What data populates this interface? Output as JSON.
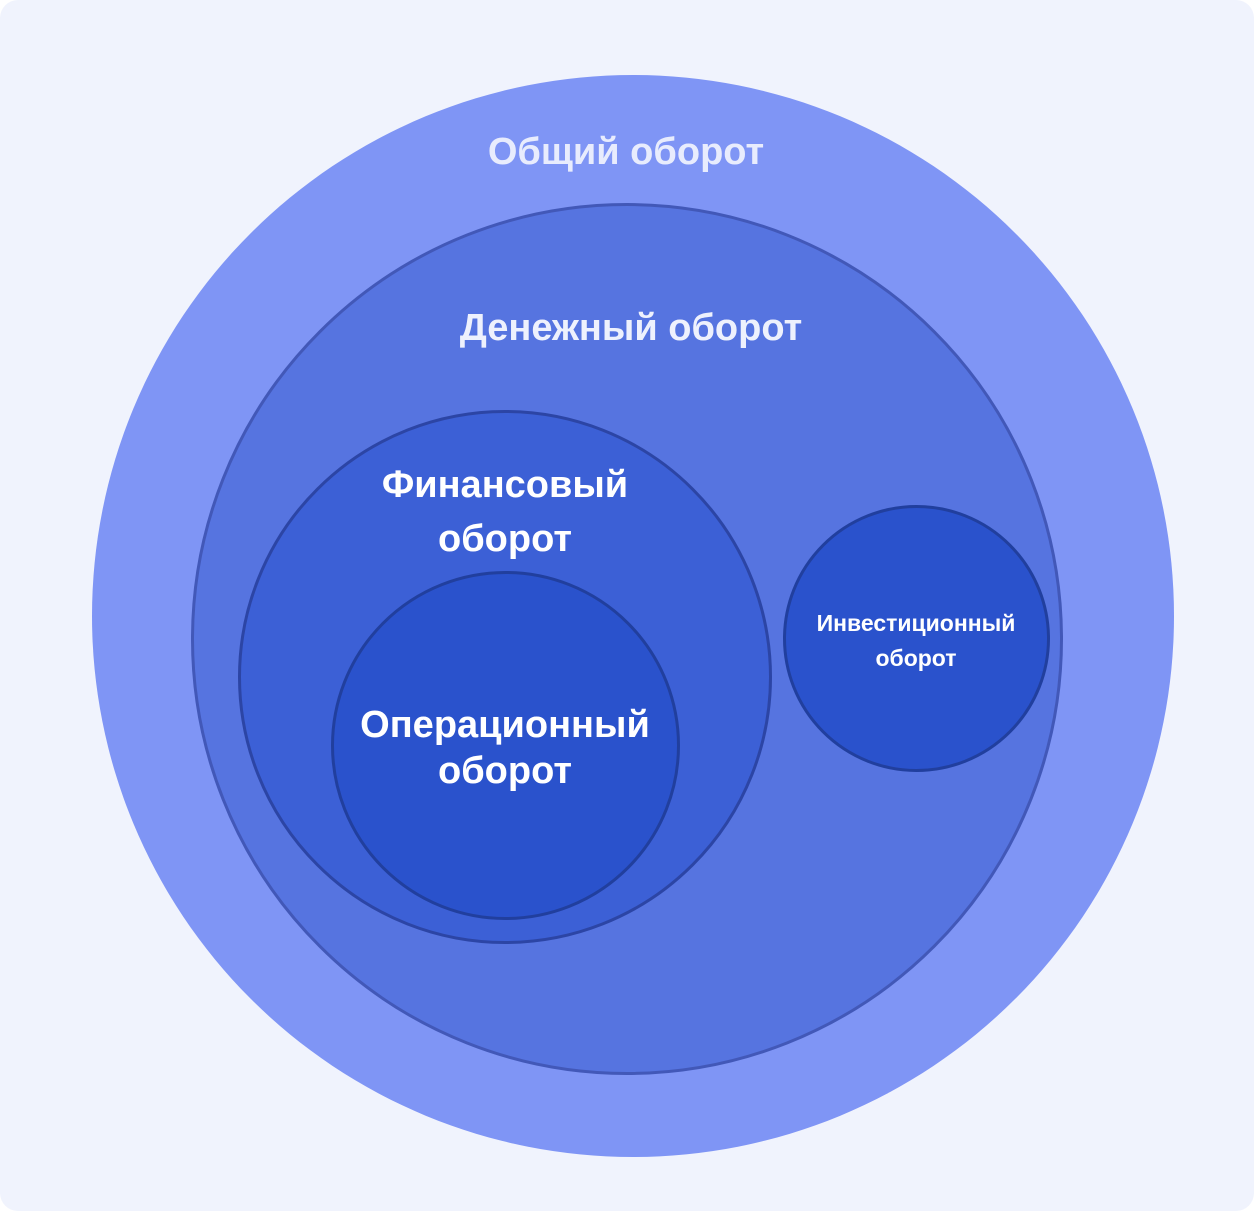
{
  "diagram": {
    "circles": [
      {
        "id": "total",
        "label": "Общий оборот",
        "color": "#7f95f5"
      },
      {
        "id": "money",
        "label": "Денежный оборот",
        "color": "#5674e0"
      },
      {
        "id": "financial",
        "label": "Финансовый\nоборот",
        "color": "#3c60d6"
      },
      {
        "id": "operational",
        "label": "Операционный\nоборот",
        "color": "#2a52cc"
      },
      {
        "id": "investment",
        "label": "Инвестиционный\nоборот",
        "color": "#2a52cc"
      }
    ],
    "background_color": "#f0f3fd"
  }
}
